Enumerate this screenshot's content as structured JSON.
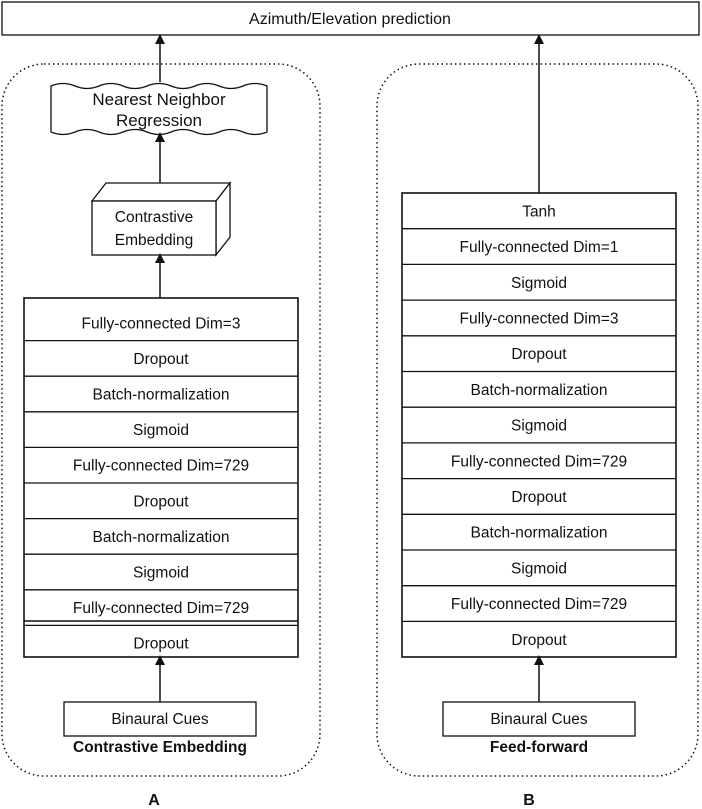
{
  "output": {
    "label": "Azimuth/Elevation prediction"
  },
  "panel_a": {
    "letter": "A",
    "caption": "Contrastive Embedding",
    "nn_regression": [
      "Nearest Neighbor",
      "Regression"
    ],
    "embedding": [
      "Contrastive",
      "Embedding"
    ],
    "layers": [
      "Fully-connected Dim=3",
      "Dropout",
      "Batch-normalization",
      "Sigmoid",
      "Fully-connected Dim=729",
      "Dropout",
      "Batch-normalization",
      "Sigmoid",
      "Fully-connected Dim=729",
      "Dropout"
    ],
    "input": "Binaural Cues"
  },
  "panel_b": {
    "letter": "B",
    "caption": "Feed-forward",
    "layers": [
      "Tanh",
      "Fully-connected Dim=1",
      "Sigmoid",
      "Fully-connected Dim=3",
      "Dropout",
      "Batch-normalization",
      "Sigmoid",
      "Fully-connected Dim=729",
      "Dropout",
      "Batch-normalization",
      "Sigmoid",
      "Fully-connected Dim=729",
      "Dropout"
    ],
    "input": "Binaural Cues"
  }
}
